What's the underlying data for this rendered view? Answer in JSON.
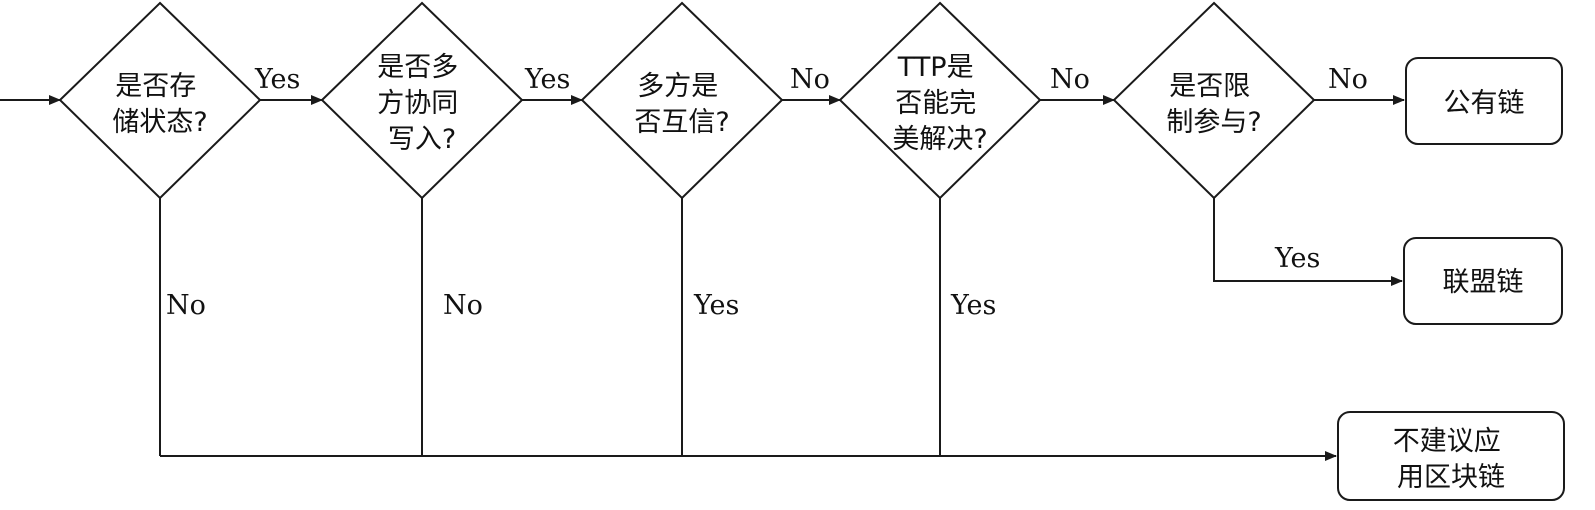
{
  "nodes": {
    "d1": {
      "lines": [
        "是否存",
        "储状态?"
      ]
    },
    "d2": {
      "lines": [
        "是否多",
        "方协同",
        "写入?"
      ]
    },
    "d3": {
      "lines": [
        "多方是",
        "否互信?"
      ]
    },
    "d4": {
      "lines": [
        "TTP是",
        "否能完",
        "美解决?"
      ]
    },
    "d5": {
      "lines": [
        "是否限",
        "制参与?"
      ]
    },
    "public": {
      "lines": [
        "公有链"
      ]
    },
    "consortium": {
      "lines": [
        "联盟链"
      ]
    },
    "none": {
      "lines": [
        "不建议应",
        "用区块链"
      ]
    }
  },
  "edges": {
    "d1_d2": "Yes",
    "d2_d3": "Yes",
    "d3_d4": "No",
    "d4_d5": "No",
    "d5_public": "No",
    "d5_consortium": "Yes",
    "d1_none": "No",
    "d2_none": "No",
    "d3_none": "Yes",
    "d4_none": "Yes"
  }
}
